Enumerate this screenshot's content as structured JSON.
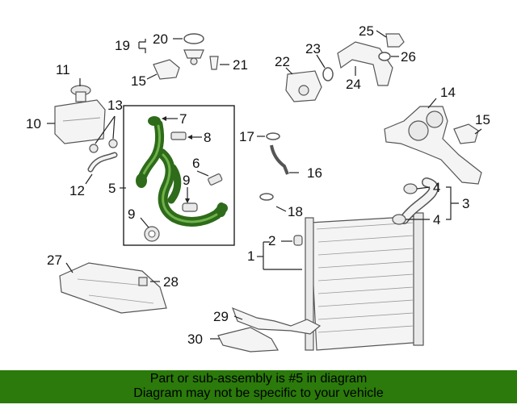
{
  "callouts": {
    "c1": "1",
    "c2": "2",
    "c3": "3",
    "c4a": "4",
    "c4b": "4",
    "c5": "5",
    "c6": "6",
    "c7": "7",
    "c8": "8",
    "c9a": "9",
    "c9b": "9",
    "c10": "10",
    "c11": "11",
    "c12": "12",
    "c13": "13",
    "c14": "14",
    "c15a": "15",
    "c15b": "15",
    "c16": "16",
    "c17": "17",
    "c18": "18",
    "c19": "19",
    "c20": "20",
    "c21": "21",
    "c22": "22",
    "c23": "23",
    "c24": "24",
    "c25": "25",
    "c26": "26",
    "c27": "27",
    "c28": "28",
    "c29": "29",
    "c30": "30"
  },
  "highlight": {
    "part_number": "5",
    "color": "#2b7a0b",
    "hose_color": "#2e6b1a"
  },
  "banner": {
    "line1": "Part or sub-assembly is #5 in diagram",
    "line2": "Diagram may not be specific to your vehicle"
  }
}
